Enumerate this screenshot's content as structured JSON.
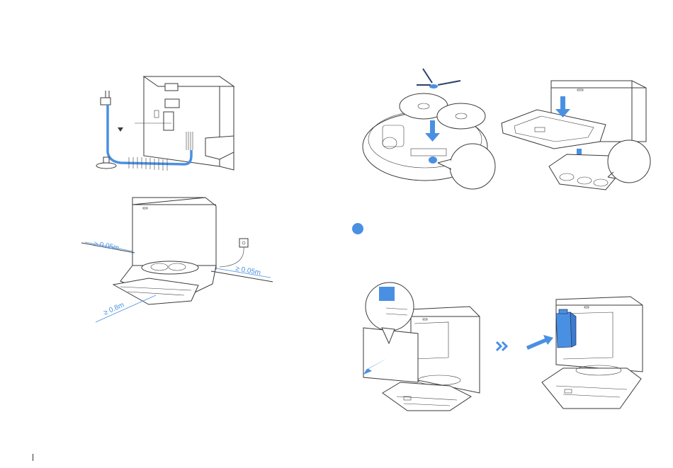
{
  "clearances": {
    "left": "≥ 0.05m",
    "right": "≥ 0.05m",
    "front": "≥ 0.8m"
  },
  "colors": {
    "accent": "#4a90e2",
    "line": "#3a3a3a"
  },
  "icons": {
    "step_marker": "blue-circle",
    "next_step": "double-chevron-right"
  }
}
